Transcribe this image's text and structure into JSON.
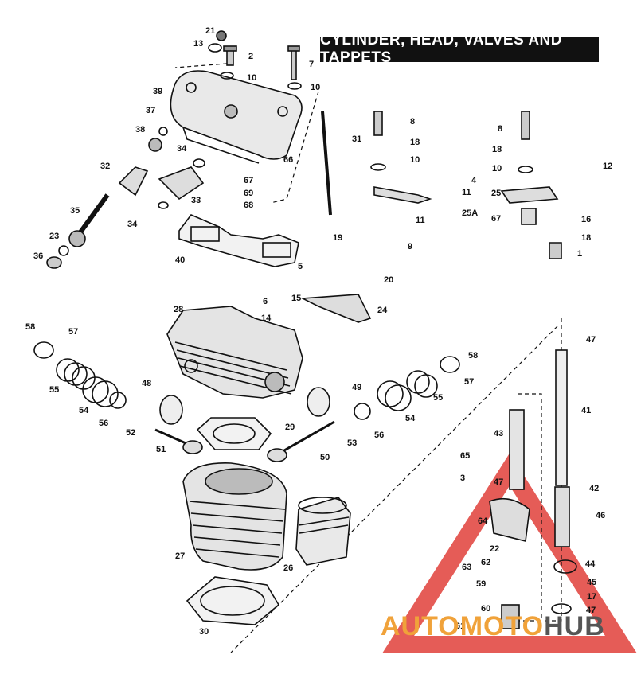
{
  "title": "CYLINDER, HEAD, VALVES AND TAPPETS",
  "watermark": {
    "part1": "AUTO",
    "part2": "MOTO",
    "part3": "HUB",
    "color_main": "#f0a23a",
    "color_hub": "#555555",
    "triangle_color": "#e0403a"
  },
  "part_labels": [
    "21",
    "13",
    "2",
    "7",
    "10",
    "10",
    "39",
    "37",
    "38",
    "34",
    "32",
    "33",
    "35",
    "34",
    "23",
    "36",
    "67",
    "69",
    "68",
    "66",
    "31",
    "8",
    "18",
    "10",
    "4",
    "11",
    "25A",
    "11",
    "19",
    "9",
    "8",
    "18",
    "10",
    "12",
    "25",
    "67",
    "16",
    "18",
    "1",
    "40",
    "5",
    "20",
    "6",
    "14",
    "15",
    "24",
    "28",
    "58",
    "57",
    "55",
    "54",
    "56",
    "52",
    "51",
    "48",
    "49",
    "29",
    "53",
    "50",
    "54",
    "56",
    "55",
    "58",
    "57",
    "47",
    "41",
    "43",
    "65",
    "3",
    "47",
    "42",
    "46",
    "64",
    "22",
    "62",
    "63",
    "59",
    "60",
    "61",
    "27",
    "26",
    "30",
    "44",
    "45",
    "17",
    "47"
  ]
}
